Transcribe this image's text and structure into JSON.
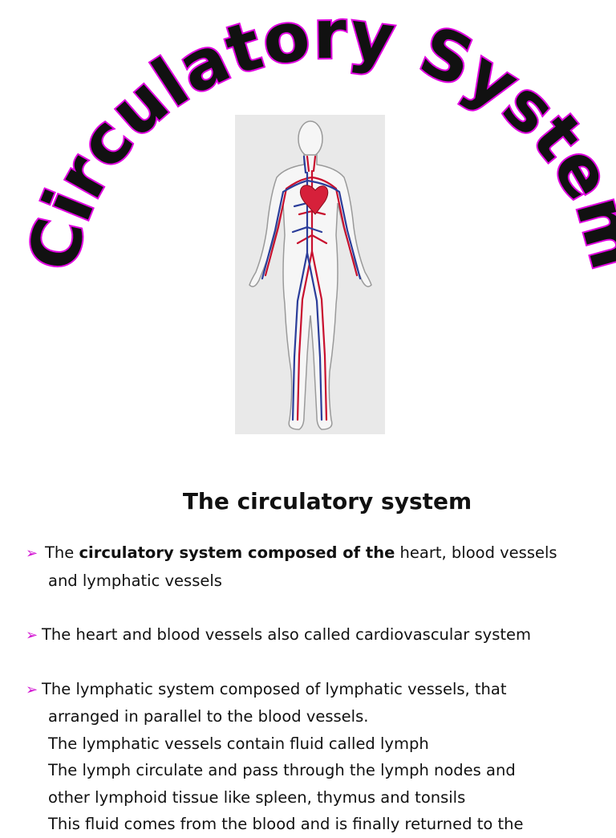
{
  "page": {
    "title": "Circulatory System",
    "heading": "The circulatory system"
  },
  "figure": {
    "icon": "human-circulatory-system-illustration"
  },
  "content": {
    "b1": {
      "pre": "The ",
      "bold": "circulatory system composed of the",
      "post": " heart,  blood vessels",
      "line2": "and lymphatic vessels"
    },
    "b2": {
      "text": "The heart and blood vessels also called cardiovascular system"
    },
    "b3": {
      "text": "The lymphatic system composed of lymphatic vessels, that",
      "lines": [
        "arranged in parallel to the blood vessels.",
        "The lymphatic vessels contain fluid called lymph",
        "The lymph circulate and pass through the lymph nodes and",
        "other lymphoid tissue like spleen, thymus and tonsils",
        "This fluid comes from the blood and is finally returned to the"
      ]
    }
  },
  "colors": {
    "title_outline": "#e000e0",
    "bullet_arrow": "#d10fd1",
    "artery": "#c8102e",
    "vein": "#2b3d9a",
    "figure_bg": "#e9e9e9"
  }
}
